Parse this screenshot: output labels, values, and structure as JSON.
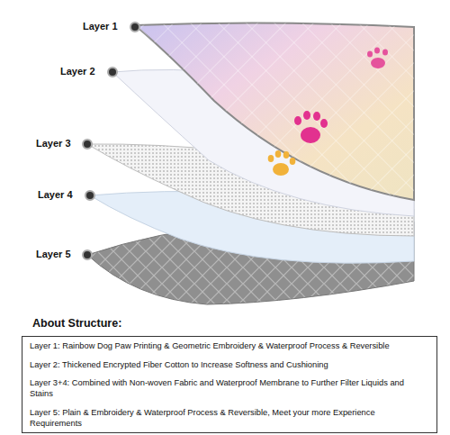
{
  "diagram": {
    "title": "About Structure:",
    "nodes": [
      {
        "text": [
          "Layer 1: Rainbow Dog Paw Printing & Geometric Embroidery & Waterproof Process & Reversible",
          "Layer 2: Thickened Encrypted Fiber Cotton to Increase Softness and Cushioning",
          "Layer 3+4: Combined with Non-woven Fabric and Waterproof Membrane to Further Filter Liquids and Stains",
          "Layer 5: Plain & Embroidery & Waterproof Process & Reversible, Meet your more Experience Requirements"
        ]
      }
    ],
    "labels": [
      "Layer 1",
      "Layer 2",
      "Layer 3",
      "Layer 4",
      "Layer 5"
    ]
  }
}
